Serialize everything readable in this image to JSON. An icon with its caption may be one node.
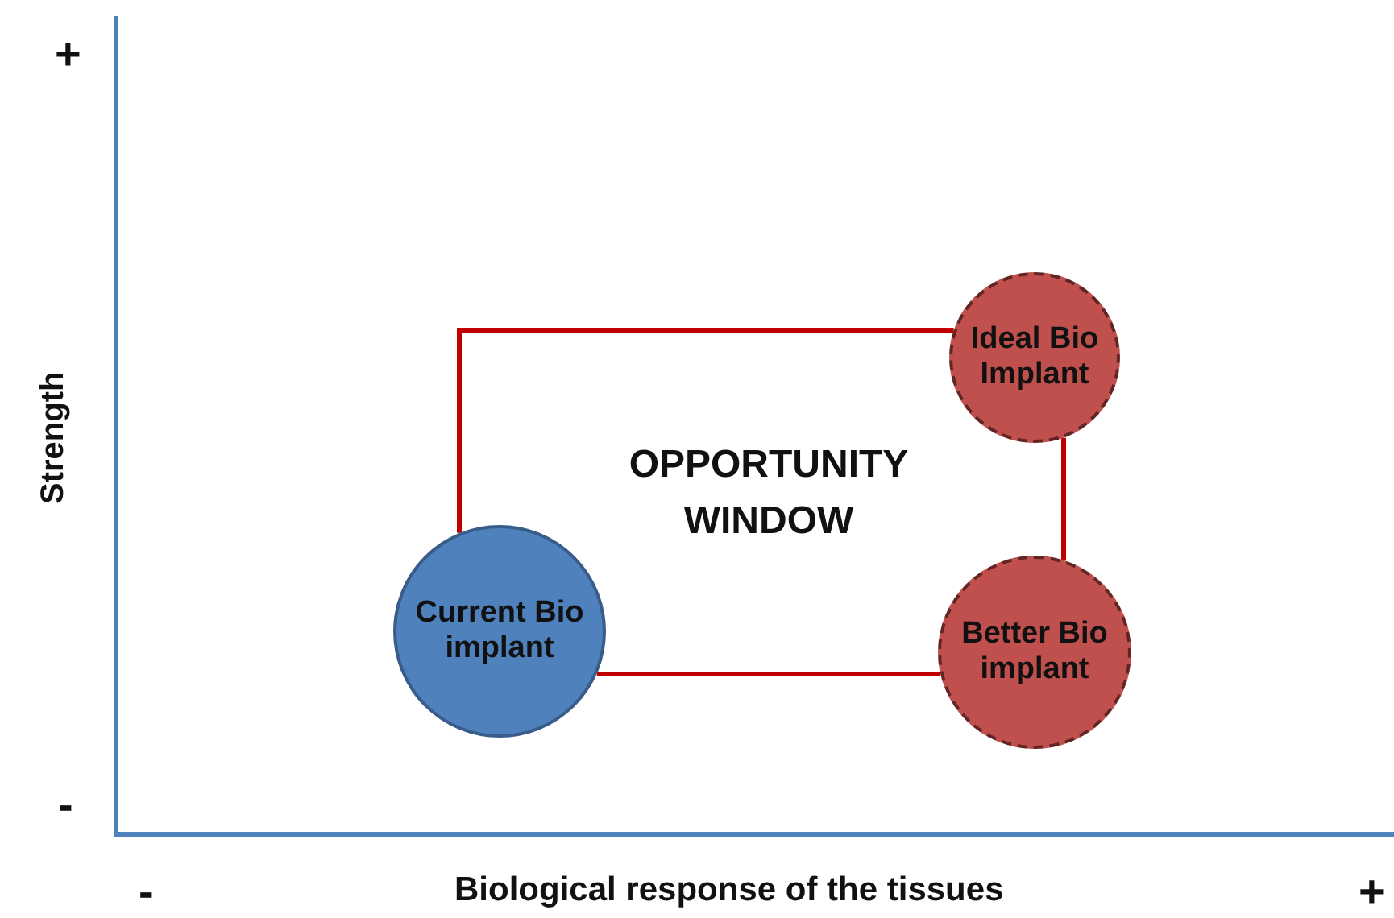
{
  "diagram": {
    "nodes": [
      {
        "text": [
          "Ideal Bio Implant"
        ]
      },
      {
        "text": [
          "Current Bio implant"
        ]
      },
      {
        "text": [
          "Better Bio implant"
        ]
      }
    ],
    "edges": [
      {
        "from": 1,
        "to": 0,
        "arrow": "none"
      },
      {
        "from": 0,
        "to": 2,
        "arrow": "none"
      },
      {
        "from": 2,
        "to": 1,
        "arrow": "none"
      }
    ],
    "labels": [
      "+",
      "Strength",
      "-",
      "OPPORTUNITY WINDOW",
      "-",
      "Biological response of the tissues",
      "+"
    ]
  }
}
